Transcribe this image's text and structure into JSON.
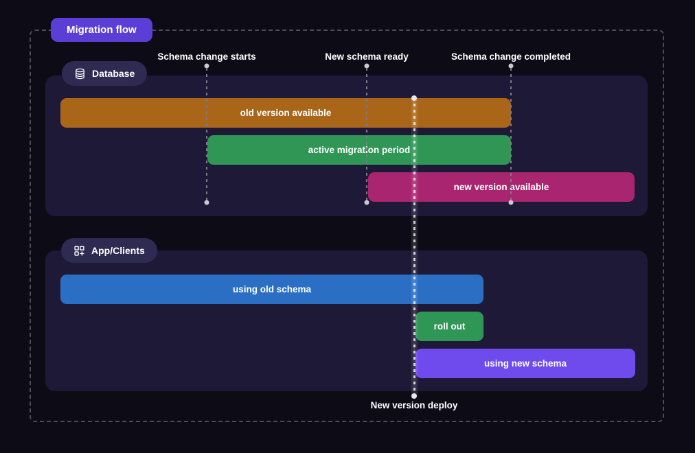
{
  "title_badge": {
    "label": "Migration flow",
    "color": "#5b3ed6"
  },
  "timeline_markers": [
    {
      "label": "Schema change starts"
    },
    {
      "label": "New schema ready"
    },
    {
      "label": "Schema change completed"
    }
  ],
  "deploy_marker": {
    "label": "New version deploy"
  },
  "sections": [
    {
      "label": "Database",
      "icon": "database-icon",
      "bars": [
        {
          "label": "old version available",
          "color": "#a96619"
        },
        {
          "label": "active migration period",
          "color": "#2f9656"
        },
        {
          "label": "new version available",
          "color": "#aa2570"
        }
      ]
    },
    {
      "label": "App/Clients",
      "icon": "grid-plus-icon",
      "bars": [
        {
          "label": "using old schema",
          "color": "#2b6fc4"
        },
        {
          "label": "roll out",
          "color": "#2f9656"
        },
        {
          "label": "using new schema",
          "color": "#6f4bee"
        }
      ]
    }
  ],
  "colors": {
    "background": "#0d0b16",
    "panel": "#1e1936",
    "section_badge": "#2f2a52",
    "frame_border": "#4d4b57",
    "marker_line": "#7b7a88",
    "text": "#ffffff"
  }
}
